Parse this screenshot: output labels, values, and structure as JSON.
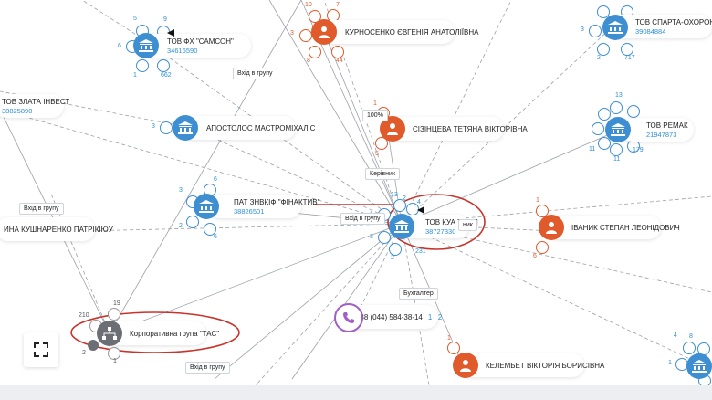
{
  "colors": {
    "company": "#3d8fd1",
    "person": "#e05a2b",
    "group": "#6b6e74",
    "phone": "#a25fc6",
    "highlight": "#c8332b",
    "edge": "#9aa0a8"
  },
  "icons": {
    "company": "bank-icon",
    "person": "person-icon",
    "group": "org-chart-icon",
    "phone": "phone-icon",
    "expand": "expand-icon"
  },
  "nodes": {
    "samson": {
      "name": "ТОВ ФХ \"САМСОН\"",
      "code": "34616590",
      "counts": [
        "5",
        "9",
        "6",
        "1",
        "662"
      ]
    },
    "kurosenko": {
      "name": "КУРНОСЕНКО ЄВГЕНІЯ АНАТОЛІЇВНА",
      "counts": [
        "10",
        "7",
        "3",
        "8",
        "44"
      ]
    },
    "sparta": {
      "name": "ТОВ СПАРТА-ОХОРОНА",
      "code": "39084884",
      "counts": [
        "3",
        "2",
        "717"
      ]
    },
    "zlata": {
      "name": "ТОВ ЗЛАТА ІНВЕСТ",
      "code": "38825890"
    },
    "mastromikhalis": {
      "name": "АПОСТОЛОС МАСТРОМІХАЛІС",
      "counts": [
        "3"
      ]
    },
    "syzintseva": {
      "name": "СІЗІНЦЕВА ТЕТЯНА ВІКТОРІВНА",
      "counts": [
        "1",
        "5"
      ]
    },
    "remak": {
      "name": "ТОВ РЕМАК",
      "code": "21947873",
      "counts": [
        "13",
        "11",
        "11",
        "179"
      ]
    },
    "finaktyv": {
      "name": "ПАТ ЗНВКІФ \"ФІНАКТИВ\"",
      "code": "38826501",
      "counts": [
        "6",
        "3",
        "2",
        "6"
      ]
    },
    "kua_temp": {
      "name": "ТОВ КУА ТЕМП",
      "code": "38727330",
      "counts": [
        "13",
        "4",
        "2",
        "4",
        "3",
        "2",
        "231"
      ]
    },
    "ivanyk": {
      "name": "ІВАНИК СТЕПАН ЛЕОНІДОВИЧ",
      "counts": [
        "1",
        "6"
      ]
    },
    "kushnarenko": {
      "name": "ИНА КУШНАРЕНКО ПАТРІКІЮУ"
    },
    "tas_group": {
      "name": "Корпоративна група \"ТАС\"",
      "counts": [
        "210",
        "19",
        "2",
        "1"
      ]
    },
    "phone": {
      "name": "+38 (044) 584-38-14",
      "pager": "1 | 2"
    },
    "kelembet": {
      "name": "КЕЛЕМБЕТ ВІКТОРІЯ БОРИСІВНА",
      "counts": [
        "1"
      ]
    },
    "bottom_right": {
      "counts": [
        "4",
        "8",
        "1"
      ]
    }
  },
  "edges": {
    "group1": "Вхід в групу",
    "group2": "Вхід в групу",
    "group3": "Вхід в групу",
    "group4": "Вхід в групу",
    "pct": "100%",
    "head": "Керівник",
    "head2": "ник",
    "accountant": "Бухгалтер"
  }
}
